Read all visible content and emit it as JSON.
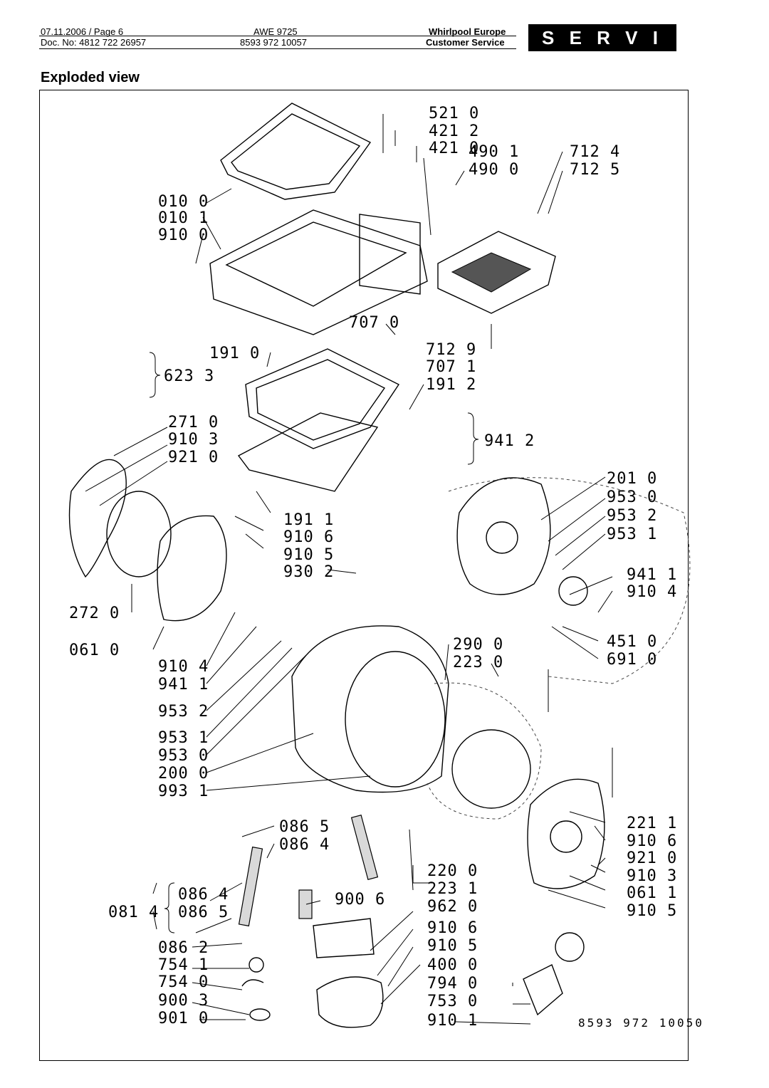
{
  "header": {
    "date_page": "07.11.2006 / Page 6",
    "doc_no": "Doc. No: 4812 722 26957",
    "model": "AWE 9725",
    "model_code": "8593 972 10057",
    "company": "Whirlpool Europe",
    "department": "Customer Service",
    "badge": "S E R V I C E"
  },
  "title": "Exploded view",
  "catalog_number": "8593 972 10050",
  "part_codes": [
    "521 0",
    "421 2",
    "421 0",
    "490 1",
    "490 0",
    "712 4",
    "712 5",
    "010 0",
    "010 1",
    "910 0",
    "707 0",
    "712 9",
    "191 0",
    "707 1",
    "191 2",
    "623 3",
    "271 0",
    "910 3",
    "921 0",
    "941 2",
    "201 0",
    "953 0",
    "953 2",
    "953 1",
    "191 1",
    "910 6",
    "910 5",
    "930 2",
    "941 1",
    "910 4",
    "272 0",
    "451 0",
    "691 0",
    "061 0",
    "290 0",
    "223 0",
    "910 4",
    "941 1",
    "953 2",
    "953 1",
    "953 0",
    "200 0",
    "993 1",
    "221 1",
    "910 6",
    "921 0",
    "910 3",
    "061 1",
    "910 5",
    "086 5",
    "086 4",
    "220 0",
    "223 1",
    "086 4",
    "086 5",
    "081 4",
    "900 6",
    "962 0",
    "910 6",
    "910 5",
    "086 2",
    "400 0",
    "754 1",
    "754 0",
    "794 0",
    "753 0",
    "900 3",
    "910 1",
    "901 0"
  ]
}
